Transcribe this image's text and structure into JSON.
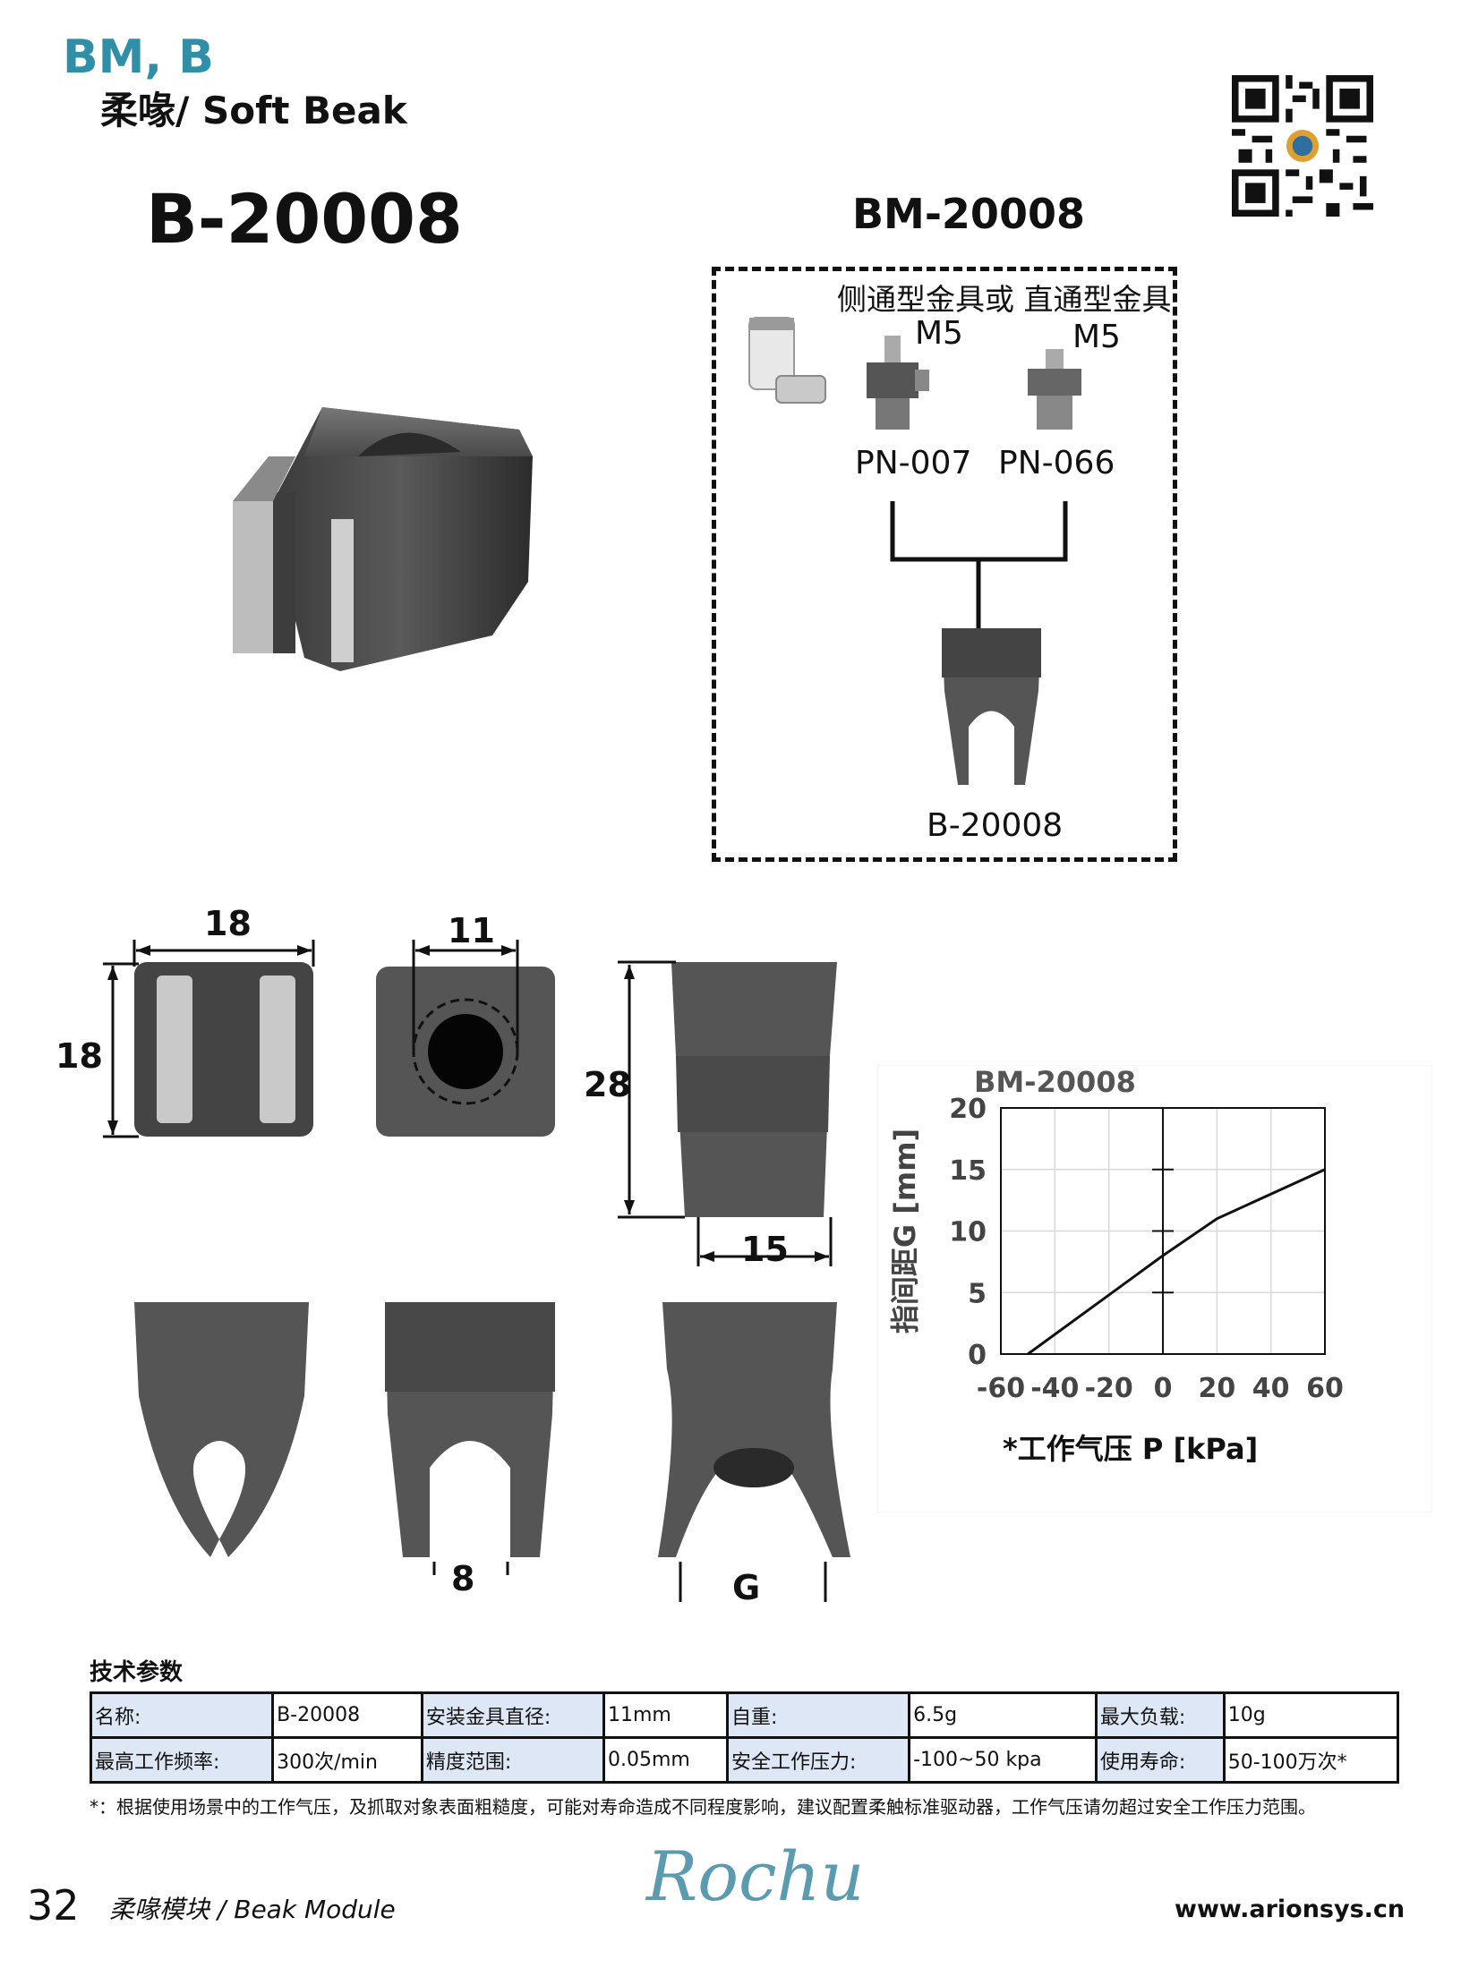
{
  "header": {
    "series": "BM, B",
    "subtitle": "柔喙/ Soft Beak",
    "product_code": "B-20008"
  },
  "assembly": {
    "title": "BM-20008",
    "fitting_caption": "侧通型金具或 直通型金具",
    "thread_left": "M5",
    "thread_right": "M5",
    "part_left": "PN-007",
    "part_right": "PN-066",
    "beak_label": "B-20008"
  },
  "dimensions": {
    "width_top": "18",
    "height_side": "18",
    "hole": "11",
    "length": "28",
    "base": "15",
    "gap_open": "8",
    "gap_closed": "G"
  },
  "chart_data": {
    "type": "line",
    "title": "BM-20008",
    "xlabel": "*工作气压 P [kPa]",
    "ylabel": "指间距G [mm]",
    "xlim": [
      -60,
      60
    ],
    "ylim": [
      0,
      20
    ],
    "xticks": [
      -60,
      -40,
      -20,
      0,
      20,
      40,
      60
    ],
    "yticks": [
      0,
      5,
      10,
      15,
      20
    ],
    "grid": true,
    "series": [
      {
        "x": [
          -50,
          0,
          20,
          60
        ],
        "y": [
          0,
          8,
          11,
          15
        ]
      }
    ],
    "line_color": "#111111"
  },
  "specs": {
    "section_title": "技术参数",
    "rows": [
      [
        "名称:",
        "B-20008",
        "安装金具直径:",
        "11mm",
        "自重:",
        "6.5g",
        "最大负载:",
        "10g"
      ],
      [
        "最高工作频率:",
        "300次/min",
        "精度范围:",
        "0.05mm",
        "安全工作压力:",
        "-100~50 kpa",
        "使用寿命:",
        "50-100万次*"
      ]
    ],
    "footnote": "*：根据使用场景中的工作气压，及抓取对象表面粗糙度，可能对寿命造成不同程度影响，建议配置柔触标准驱动器，工作气压请勿超过安全工作压力范围。"
  },
  "footer": {
    "page_number": "32",
    "section": "柔喙模块 / Beak Module",
    "brand": "Rochu",
    "website": "www.arionsys.cn"
  }
}
